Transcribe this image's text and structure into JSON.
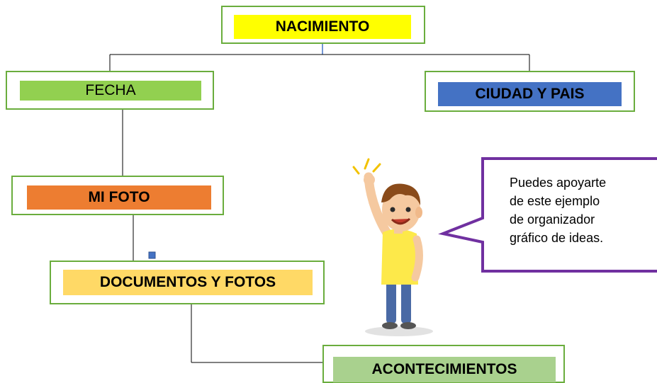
{
  "nodes": {
    "nacimiento": {
      "label": "NACIMIENTO",
      "color": "#ffff00"
    },
    "fecha": {
      "label": "FECHA",
      "color": "#92d050"
    },
    "ciudad": {
      "label": "CIUDAD Y PAIS",
      "color": "#4472c4"
    },
    "mi_foto": {
      "label": "MI FOTO",
      "color": "#ed7d31"
    },
    "documentos": {
      "label": "DOCUMENTOS Y FOTOS",
      "color": "#ffd966"
    },
    "acontecimientos": {
      "label": "ACONTECIMIENTOS",
      "color": "#a9d18e"
    }
  },
  "speech_bubble": {
    "lines": [
      "Puedes apoyarte",
      "de este ejemplo",
      "de organizador",
      "gráfico de ideas."
    ],
    "border_color": "#7030a0"
  },
  "colors": {
    "box_border": "#6aad3d",
    "connector": "#000000",
    "accent_connector": "#4472c4"
  }
}
